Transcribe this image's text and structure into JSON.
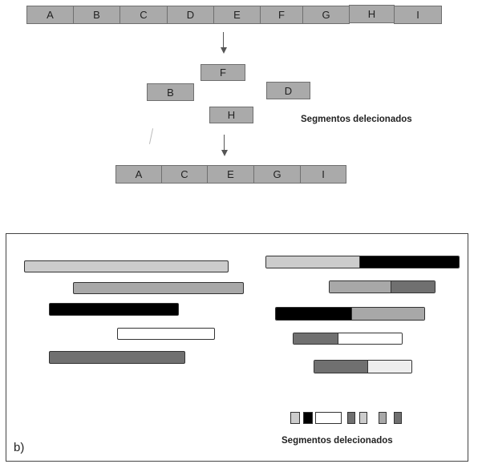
{
  "panel_a": {
    "original_row": [
      "A",
      "B",
      "C",
      "D",
      "E",
      "F",
      "G",
      "H",
      "I"
    ],
    "deleted_segments": [
      "F",
      "B",
      "D",
      "H"
    ],
    "deleted_caption": "Segmentos delecionados",
    "result_row": [
      "A",
      "C",
      "E",
      "G",
      "I"
    ]
  },
  "panel_b": {
    "label": "b)",
    "caption": "Segmentos delecionados",
    "left_bars": [
      {
        "color": "#cccccc"
      },
      {
        "color": "#a8a8a8"
      },
      {
        "color": "#000000"
      },
      {
        "color": "#ffffff"
      },
      {
        "color": "#707070"
      }
    ],
    "right_bars": [
      {
        "parts": [
          "#cccccc",
          "#000000"
        ]
      },
      {
        "parts": [
          "#a8a8a8",
          "#707070"
        ]
      },
      {
        "parts": [
          "#000000",
          "#a8a8a8"
        ]
      },
      {
        "parts": [
          "#707070",
          "#ffffff"
        ]
      },
      {
        "parts": [
          "#707070",
          "#eeeeee"
        ]
      }
    ],
    "deleted_chips": [
      {
        "color": "#cccccc"
      },
      {
        "color": "#000000"
      },
      {
        "color": "#ffffff"
      },
      {
        "color": "#707070"
      },
      {
        "color": "#cccccc"
      },
      {
        "color": "#a8a8a8"
      },
      {
        "color": "#707070"
      }
    ]
  }
}
